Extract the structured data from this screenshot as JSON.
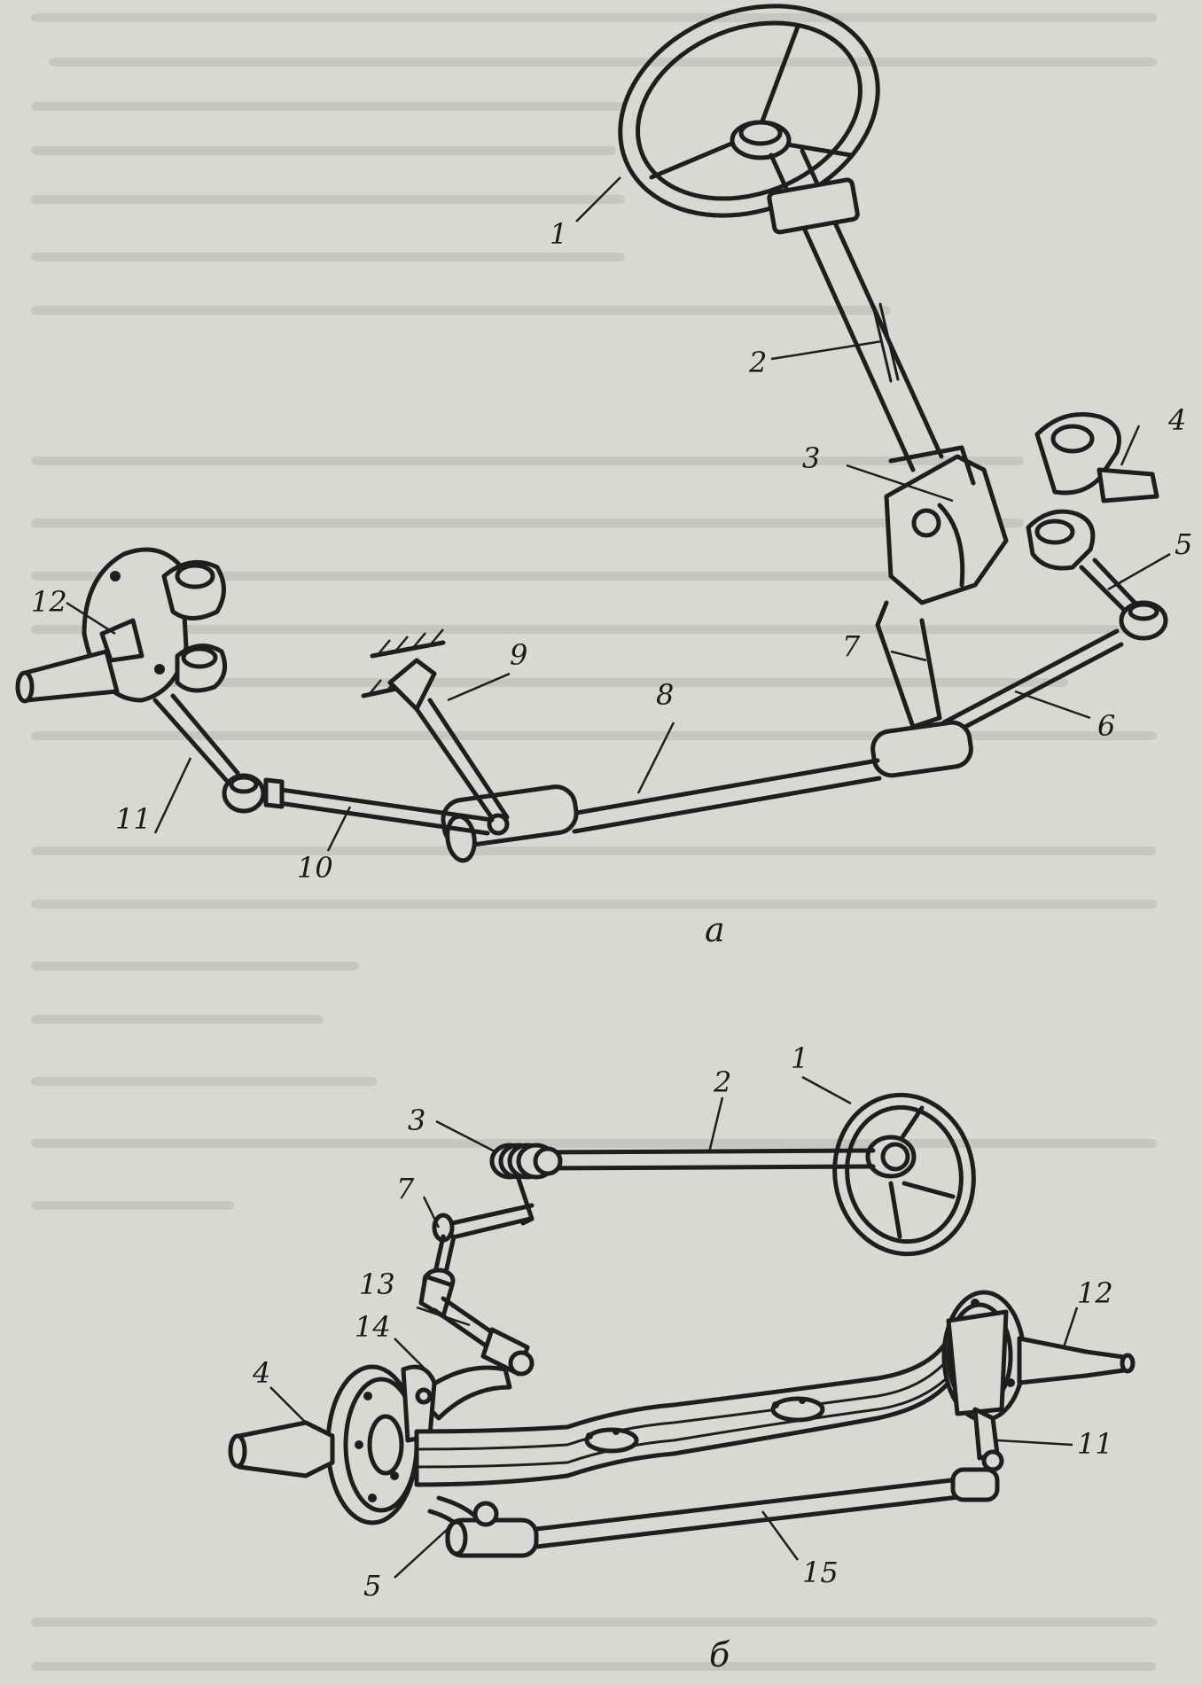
{
  "figure": {
    "diagram_a": {
      "caption": "а",
      "labels": [
        "1",
        "2",
        "3",
        "4",
        "5",
        "6",
        "7",
        "8",
        "9",
        "10",
        "11",
        "12"
      ]
    },
    "diagram_b": {
      "caption": "б",
      "labels": [
        "1",
        "2",
        "3",
        "7",
        "13",
        "14",
        "4",
        "12",
        "11",
        "5",
        "15"
      ]
    }
  }
}
